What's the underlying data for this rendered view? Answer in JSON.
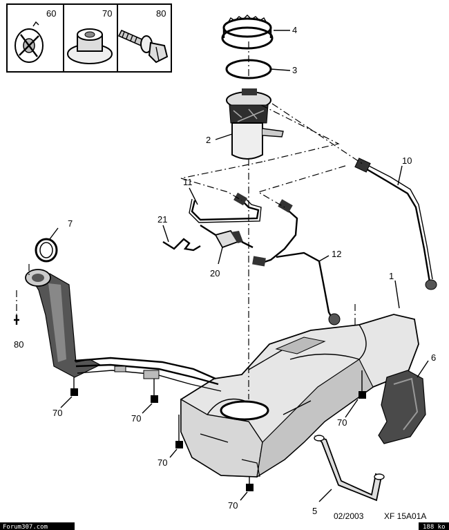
{
  "legend": {
    "items": [
      {
        "ref": "60",
        "icon": "grommet-clip-icon"
      },
      {
        "ref": "70",
        "icon": "flange-nut-icon"
      },
      {
        "ref": "80",
        "icon": "bolt-icon"
      }
    ]
  },
  "callouts": {
    "c1": "1",
    "c2": "2",
    "c3": "3",
    "c4": "4",
    "c5": "5",
    "c6": "6",
    "c7": "7",
    "c10": "10",
    "c11": "11",
    "c12": "12",
    "c20": "20",
    "c21": "21",
    "c80": "80",
    "c70a": "70",
    "c70b": "70",
    "c70c": "70",
    "c70d": "70",
    "c70e": "70"
  },
  "footer": {
    "date": "02/2003",
    "code": "XF 15A01A",
    "watermark": "Forum307.com",
    "size": "188 ko"
  }
}
